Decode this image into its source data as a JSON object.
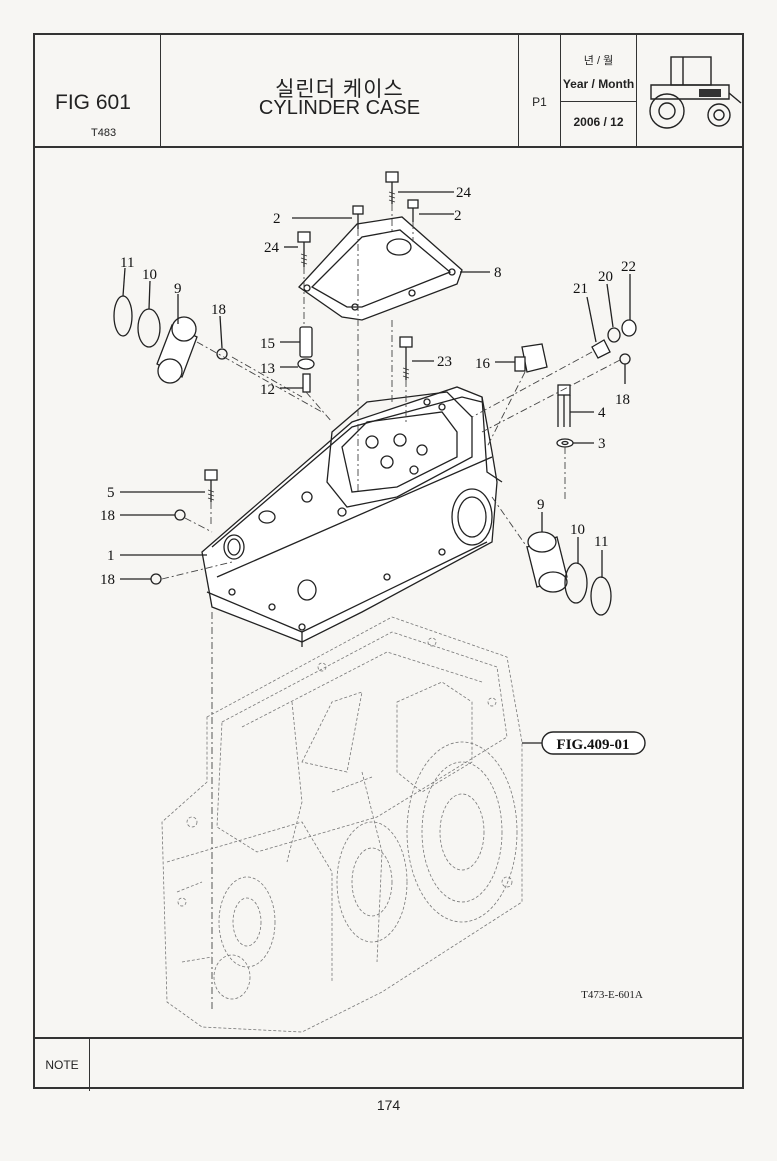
{
  "header": {
    "fig_label": "FIG 601",
    "model": "T483",
    "title_korean": "실린더 케이스",
    "title_english": "CYLINDER CASE",
    "page_code": "P1",
    "year_month_korean": "년 / 월",
    "year_month_label": "Year / Month",
    "date": "2006 / 12"
  },
  "callouts": {
    "c1": "1",
    "c2a": "2",
    "c2b": "2",
    "c3": "3",
    "c4": "4",
    "c5": "5",
    "c8": "8",
    "c9a": "9",
    "c9b": "9",
    "c10a": "10",
    "c10b": "10",
    "c11a": "11",
    "c11b": "11",
    "c12": "12",
    "c13": "13",
    "c15": "15",
    "c16": "16",
    "c18a": "18",
    "c18b": "18",
    "c18c": "18",
    "c18d": "18",
    "c20": "20",
    "c21": "21",
    "c22": "22",
    "c23": "23",
    "c24a": "24",
    "c24b": "24"
  },
  "reference": "FIG.409-01",
  "drawing_code": "T473-E-601A",
  "note_label": "NOTE",
  "page_number": "174"
}
